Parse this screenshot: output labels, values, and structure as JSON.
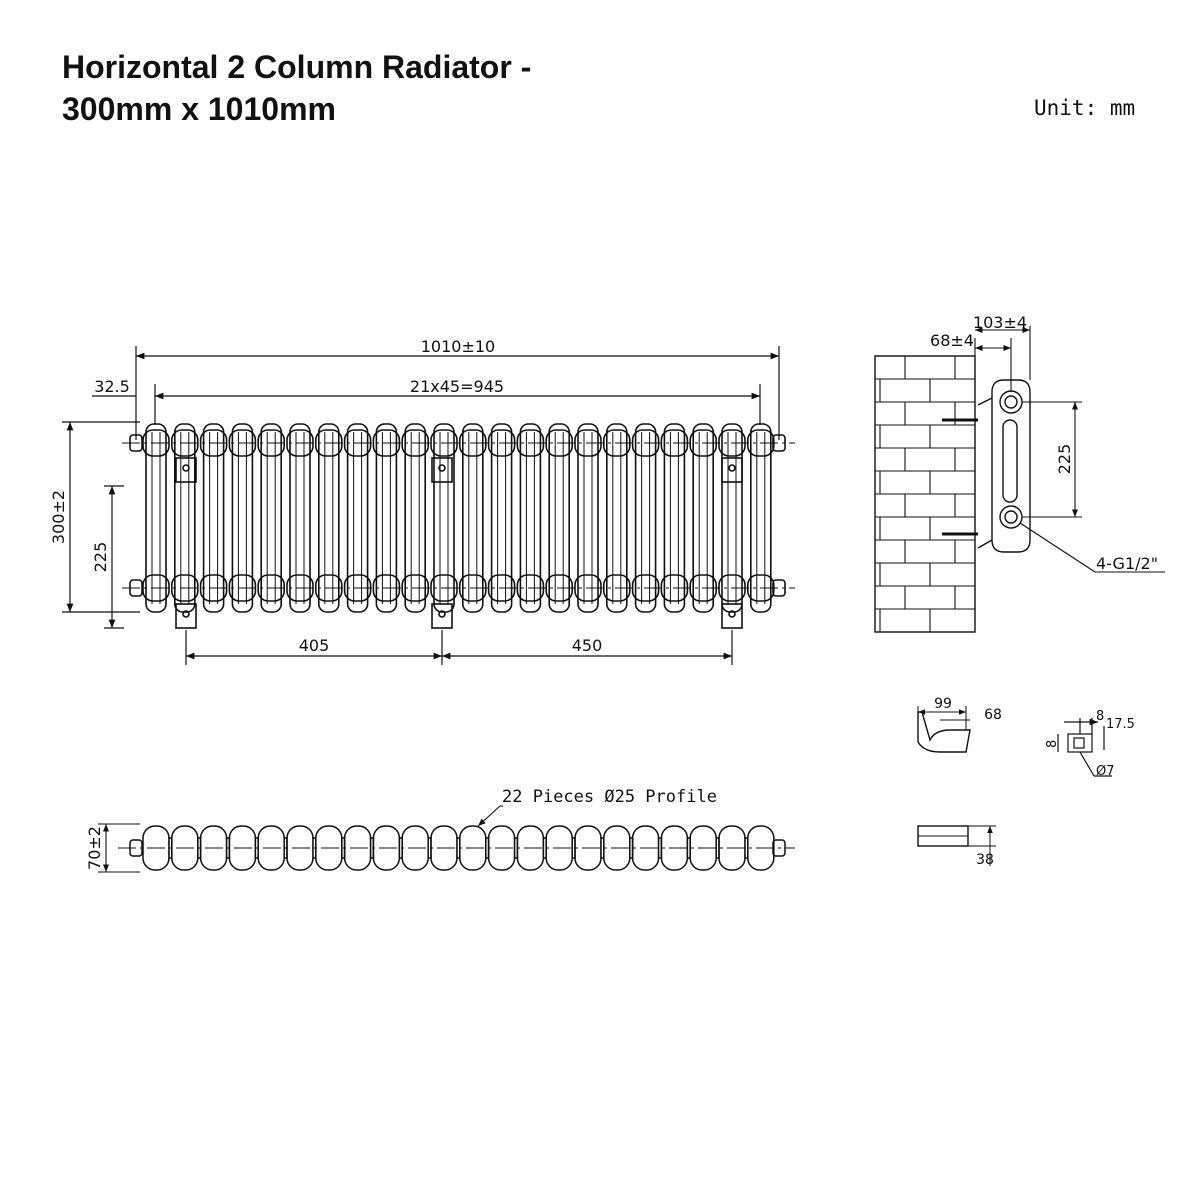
{
  "title": {
    "line1": "Horizontal 2 Column Radiator -",
    "line2": "300mm x 1010mm"
  },
  "unit_label": "Unit: mm",
  "front_view": {
    "overall_width": "1010±10",
    "end_offset": "32.5",
    "section_pitch": "21x45=945",
    "overall_height": "300±2",
    "pipe_centres": "225",
    "bracket_spacing_left": "405",
    "bracket_spacing_right": "450"
  },
  "side_view": {
    "wall_clearance": "68±4",
    "overall_depth": "103±4",
    "pipe_centres": "225",
    "connections": "4-G1/2\""
  },
  "top_view": {
    "depth": "70±2",
    "profile_note": "22 Pieces Ø25 Profile"
  },
  "bracket_details": {
    "dim_99": "99",
    "dim_68": "68",
    "dim_38": "38",
    "dim_8_top": "8",
    "dim_17_5": "17.5",
    "dim_8_side": "8",
    "hole_dia": "Ø7"
  },
  "sections_count": 22
}
